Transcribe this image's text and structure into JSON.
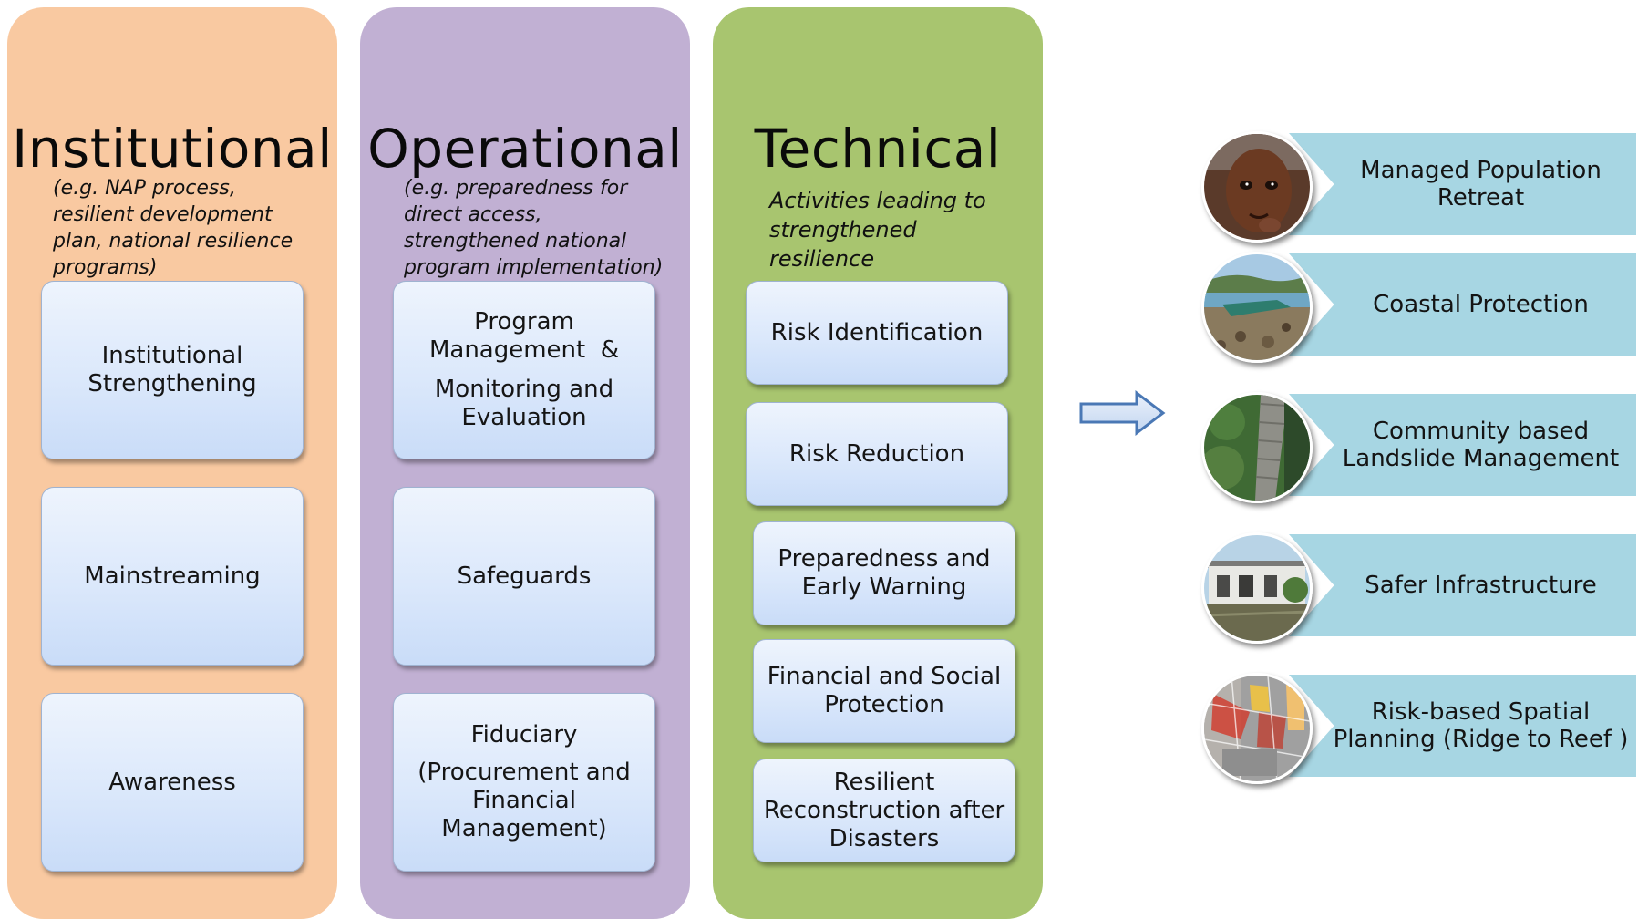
{
  "columns": [
    {
      "title": "Institutional",
      "subtitle": "(e.g. NAP process, resilient development plan, national resilience programs)",
      "color": "#f9c9a1",
      "boxes": [
        [
          "Institutional",
          "Strengthening"
        ],
        [
          "Mainstreaming"
        ],
        [
          "Awareness"
        ]
      ]
    },
    {
      "title": "Operational",
      "subtitle": "(e.g. preparedness for direct access, strengthened national program implementation)",
      "color": "#c1b0d3",
      "boxes": [
        [
          "Program",
          "Management  &",
          "Monitoring and",
          "Evaluation"
        ],
        [
          "Safeguards"
        ],
        [
          "Fiduciary",
          "(Procurement and",
          "Financial",
          "Management)"
        ]
      ]
    },
    {
      "title": "Technical",
      "subtitle": "Activities leading to strengthened resilience",
      "color": "#a8c56f",
      "boxes": [
        [
          "Risk Identification"
        ],
        [
          "Risk Reduction"
        ],
        [
          "Preparedness and",
          "Early Warning"
        ],
        [
          "Financial and Social",
          "Protection"
        ],
        [
          "Resilient",
          "Reconstruction after",
          "Disasters"
        ]
      ]
    }
  ],
  "arrow_icon": "right-arrow-icon",
  "outcomes": [
    {
      "lines": [
        "Managed Population",
        "Retreat"
      ],
      "icon": "child-face-photo"
    },
    {
      "lines": [
        "Coastal Protection"
      ],
      "icon": "coastline-photo"
    },
    {
      "lines": [
        "Community based",
        "Landslide Management"
      ],
      "icon": "landslide-wall-photo"
    },
    {
      "lines": [
        "Safer Infrastructure"
      ],
      "icon": "flooded-house-photo"
    },
    {
      "lines": [
        "Risk-based Spatial",
        "Planning (Ridge to Reef )"
      ],
      "icon": "hazard-map-photo"
    }
  ],
  "colors": {
    "outcome_fill": "#a7d6e3",
    "box_top": "#eef4fd",
    "box_bottom": "#c9dcf8"
  }
}
